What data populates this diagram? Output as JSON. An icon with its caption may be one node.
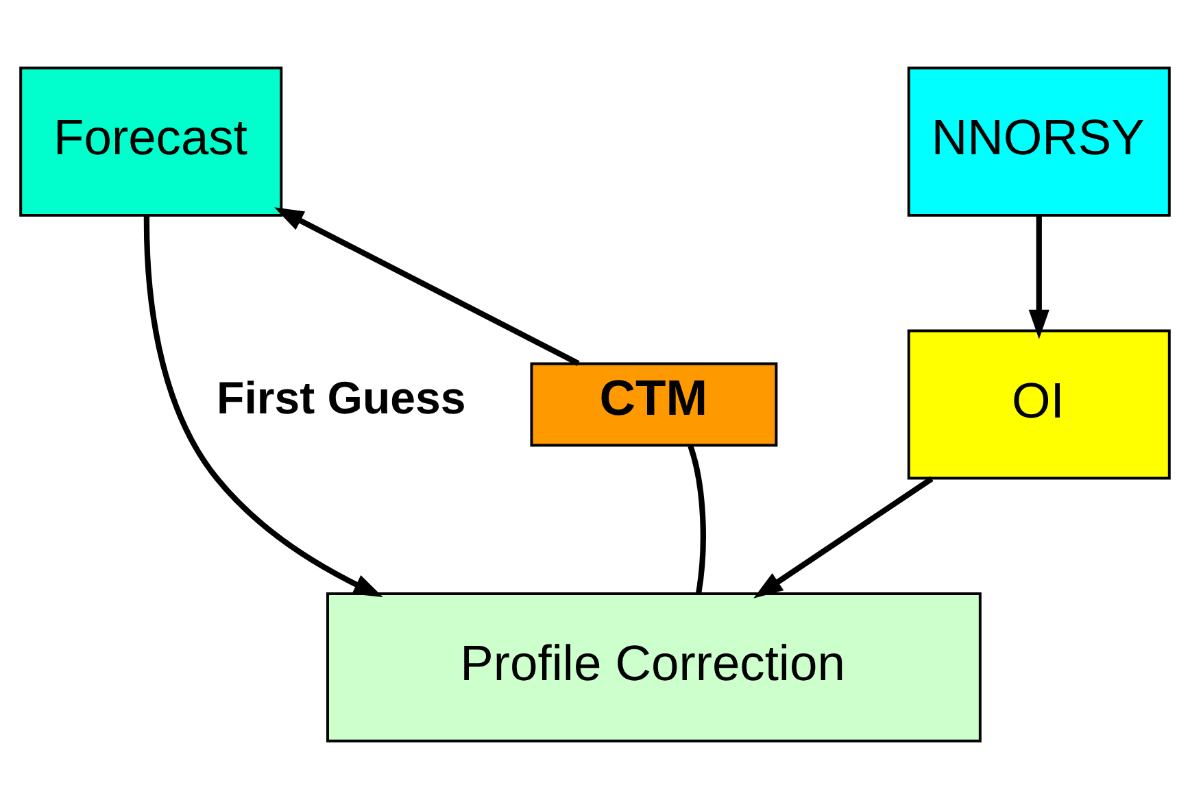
{
  "diagram": {
    "nodes": [
      {
        "text": [
          "Forecast"
        ]
      },
      {
        "text": [
          "NNORSY"
        ]
      },
      {
        "text": [
          "CTM"
        ]
      },
      {
        "text": [
          "OI"
        ]
      },
      {
        "text": [
          "Profile Correction"
        ]
      }
    ],
    "edges": [
      {
        "from": 4,
        "to": 2,
        "arrow": "none"
      },
      {
        "from": 2,
        "to": 0,
        "arrow": "to"
      },
      {
        "from": 0,
        "to": 4,
        "arrow": "to",
        "label": "First Guess"
      },
      {
        "from": 1,
        "to": 3,
        "arrow": "to"
      },
      {
        "from": 3,
        "to": 4,
        "arrow": "to"
      }
    ]
  }
}
